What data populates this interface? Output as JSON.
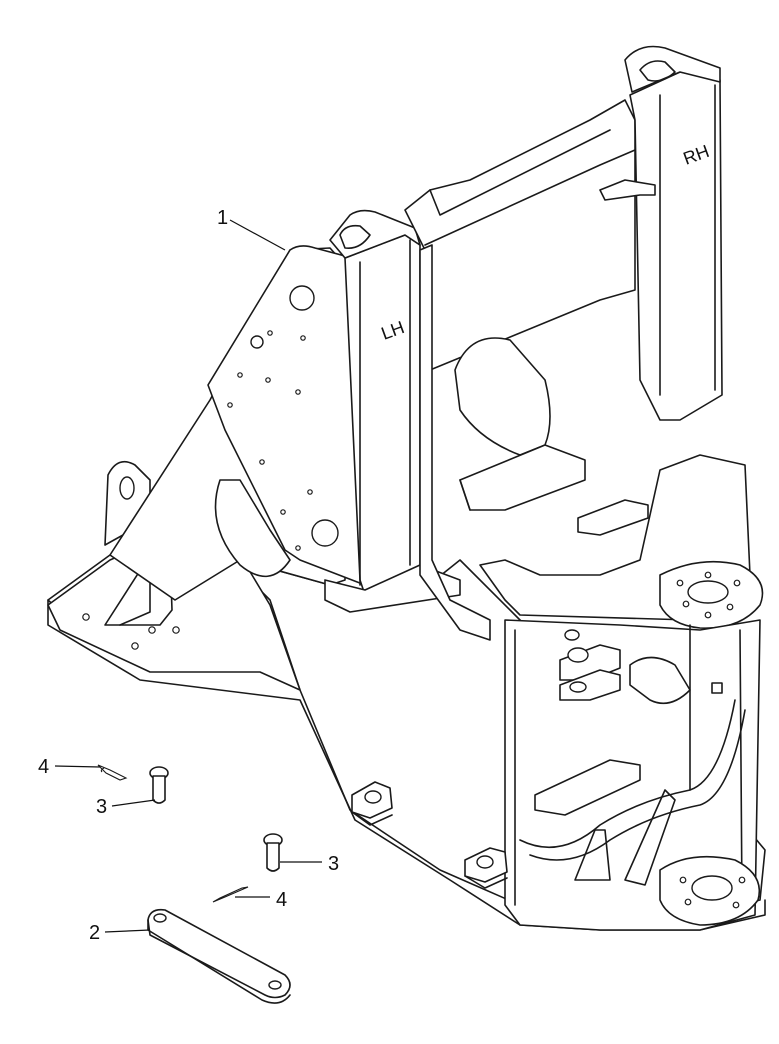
{
  "callouts": [
    {
      "id": "1",
      "label": "1"
    },
    {
      "id": "2",
      "label": "2"
    },
    {
      "id": "3a",
      "label": "3"
    },
    {
      "id": "3b",
      "label": "3"
    },
    {
      "id": "4a",
      "label": "4"
    },
    {
      "id": "4b",
      "label": "4"
    }
  ],
  "side_labels": {
    "left": "LH",
    "right": "RH"
  }
}
